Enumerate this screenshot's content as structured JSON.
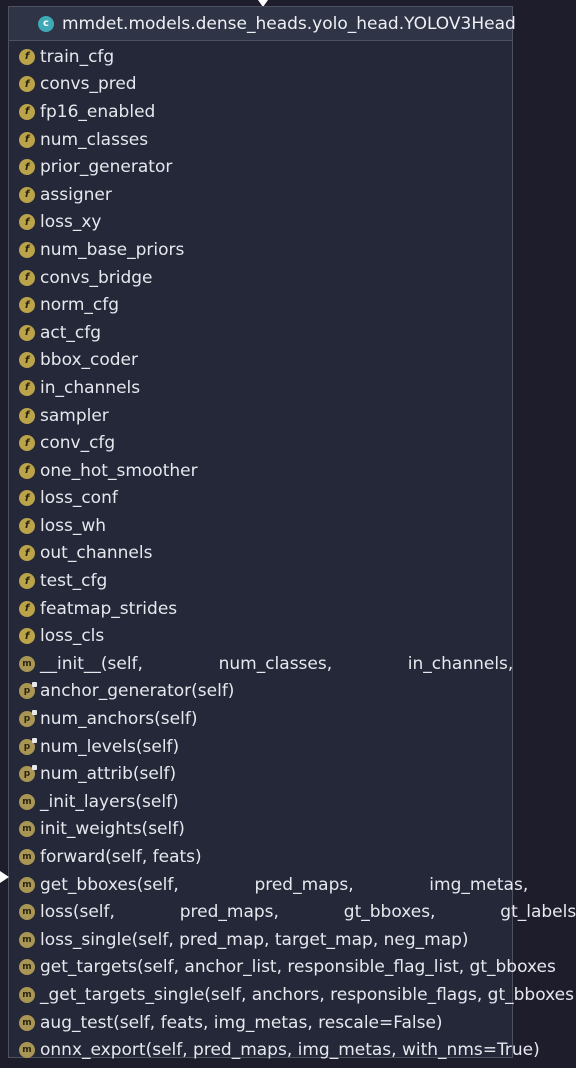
{
  "colors": {
    "background": "#1e1d2c",
    "panel": "#242839",
    "header": "#2f3446",
    "class_icon": "#3fa9b5",
    "field_icon": "#bba34a",
    "method_icon": "#a99654",
    "text": "#e6e8ee"
  },
  "header": {
    "class_icon_glyph": "c",
    "title": "mmdet.models.dense_heads.yolo_head.YOLOV3Head"
  },
  "members": [
    {
      "kind": "field",
      "glyph": "f",
      "label": "train_cfg"
    },
    {
      "kind": "field",
      "glyph": "f",
      "label": "convs_pred"
    },
    {
      "kind": "field",
      "glyph": "f",
      "label": "fp16_enabled"
    },
    {
      "kind": "field",
      "glyph": "f",
      "label": "num_classes"
    },
    {
      "kind": "field",
      "glyph": "f",
      "label": "prior_generator"
    },
    {
      "kind": "field",
      "glyph": "f",
      "label": "assigner"
    },
    {
      "kind": "field",
      "glyph": "f",
      "label": "loss_xy"
    },
    {
      "kind": "field",
      "glyph": "f",
      "label": "num_base_priors"
    },
    {
      "kind": "field",
      "glyph": "f",
      "label": "convs_bridge"
    },
    {
      "kind": "field",
      "glyph": "f",
      "label": "norm_cfg"
    },
    {
      "kind": "field",
      "glyph": "f",
      "label": "act_cfg"
    },
    {
      "kind": "field",
      "glyph": "f",
      "label": "bbox_coder"
    },
    {
      "kind": "field",
      "glyph": "f",
      "label": "in_channels"
    },
    {
      "kind": "field",
      "glyph": "f",
      "label": "sampler"
    },
    {
      "kind": "field",
      "glyph": "f",
      "label": "conv_cfg"
    },
    {
      "kind": "field",
      "glyph": "f",
      "label": "one_hot_smoother"
    },
    {
      "kind": "field",
      "glyph": "f",
      "label": "loss_conf"
    },
    {
      "kind": "field",
      "glyph": "f",
      "label": "loss_wh"
    },
    {
      "kind": "field",
      "glyph": "f",
      "label": "out_channels"
    },
    {
      "kind": "field",
      "glyph": "f",
      "label": "test_cfg"
    },
    {
      "kind": "field",
      "glyph": "f",
      "label": "featmap_strides"
    },
    {
      "kind": "field",
      "glyph": "f",
      "label": "loss_cls"
    },
    {
      "kind": "method",
      "glyph": "m",
      "label": "__init__(self,              num_classes,              in_channels,"
    },
    {
      "kind": "property",
      "glyph": "p",
      "label": "anchor_generator(self)"
    },
    {
      "kind": "property",
      "glyph": "p",
      "label": "num_anchors(self)"
    },
    {
      "kind": "property",
      "glyph": "p",
      "label": "num_levels(self)"
    },
    {
      "kind": "property",
      "glyph": "p",
      "label": "num_attrib(self)"
    },
    {
      "kind": "method",
      "glyph": "m",
      "label": "_init_layers(self)"
    },
    {
      "kind": "method",
      "glyph": "m",
      "label": "init_weights(self)"
    },
    {
      "kind": "method",
      "glyph": "m",
      "label": "forward(self, feats)"
    },
    {
      "kind": "method",
      "glyph": "m",
      "label": "get_bboxes(self,              pred_maps,              img_metas,"
    },
    {
      "kind": "method",
      "glyph": "m",
      "label": "loss(self,            pred_maps,            gt_bboxes,            gt_labels"
    },
    {
      "kind": "method",
      "glyph": "m",
      "label": "loss_single(self, pred_map, target_map, neg_map)"
    },
    {
      "kind": "method",
      "glyph": "m",
      "label": "get_targets(self, anchor_list, responsible_flag_list, gt_bboxes"
    },
    {
      "kind": "method",
      "glyph": "m",
      "label": "_get_targets_single(self, anchors, responsible_flags, gt_bboxes"
    },
    {
      "kind": "method",
      "glyph": "m",
      "label": "aug_test(self, feats, img_metas, rescale=False)"
    },
    {
      "kind": "method",
      "glyph": "m",
      "label": "onnx_export(self, pred_maps, img_metas, with_nms=True)"
    }
  ]
}
